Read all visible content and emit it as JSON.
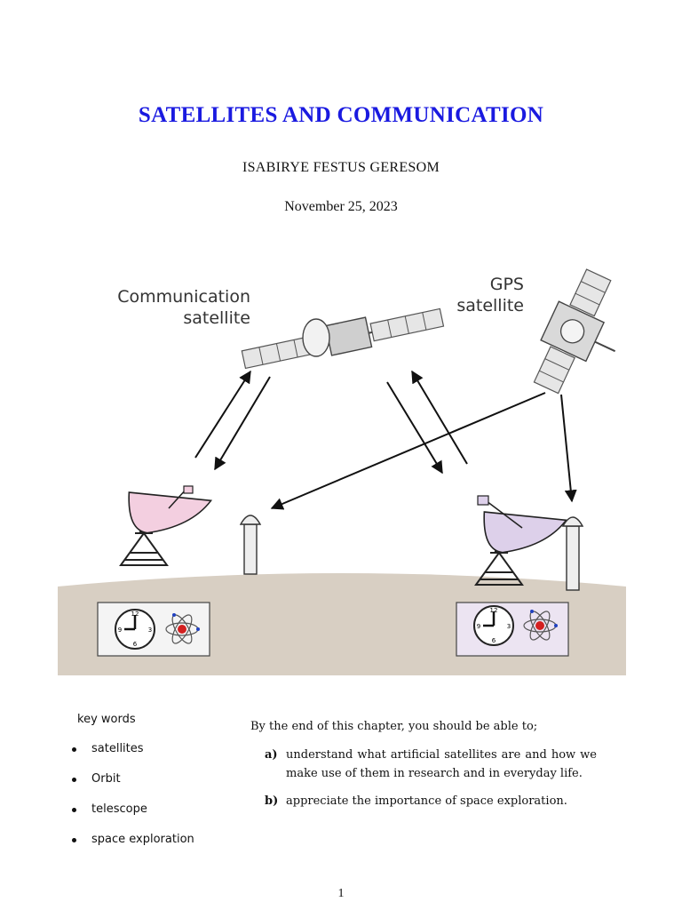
{
  "document": {
    "title": "SATELLITES AND COMMUNICATION",
    "author": "ISABIRYE FESTUS GERESOM",
    "date": "November 25, 2023",
    "page_number": "1"
  },
  "figure": {
    "label_comm_line1": "Communication",
    "label_comm_line2": "satellite",
    "label_gps_line1": "GPS",
    "label_gps_line2": "satellite",
    "clock_12": "12",
    "clock_3": "3",
    "clock_6": "6",
    "clock_9": "9",
    "colors": {
      "left_dish": "#f3cfe0",
      "right_dish": "#ddd0ea",
      "ground": "#d8cfc3",
      "panel": "#f4f4f4"
    }
  },
  "keywords": {
    "heading": "key words",
    "items": [
      "satellites",
      "Orbit",
      "telescope",
      "space exploration"
    ]
  },
  "objectives": {
    "intro": "By the end of this chapter, you should be able to;",
    "items": [
      {
        "marker": "a)",
        "text": "understand what artificial satellites are and how we make use of them in research and in everyday life."
      },
      {
        "marker": "b)",
        "text": "appreciate the importance of space exploration."
      }
    ]
  }
}
